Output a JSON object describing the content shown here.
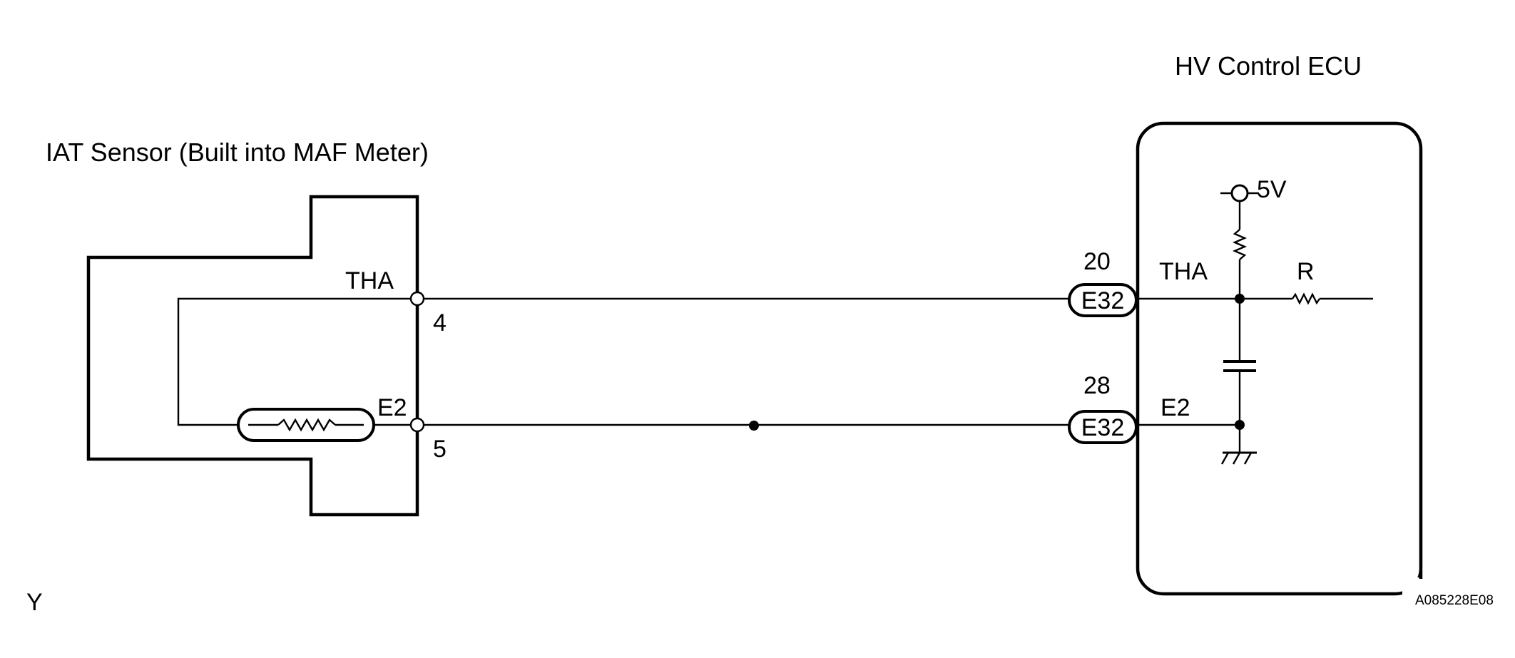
{
  "labels": {
    "sensor_title": "IAT Sensor (Built into  MAF Meter)",
    "ecu_title": "HV Control ECU",
    "sensor_tha": "THA",
    "sensor_e2": "E2",
    "pin_4": "4",
    "pin_5": "5",
    "ecu_pin_20": "20",
    "ecu_pin_28": "28",
    "connector_top": "E32",
    "connector_bottom": "E32",
    "ecu_tha": "THA",
    "ecu_e2": "E2",
    "resistor_r": "R",
    "supply_5v": "5V",
    "corner_mark": "Y",
    "figure_id": "A085228E08"
  }
}
